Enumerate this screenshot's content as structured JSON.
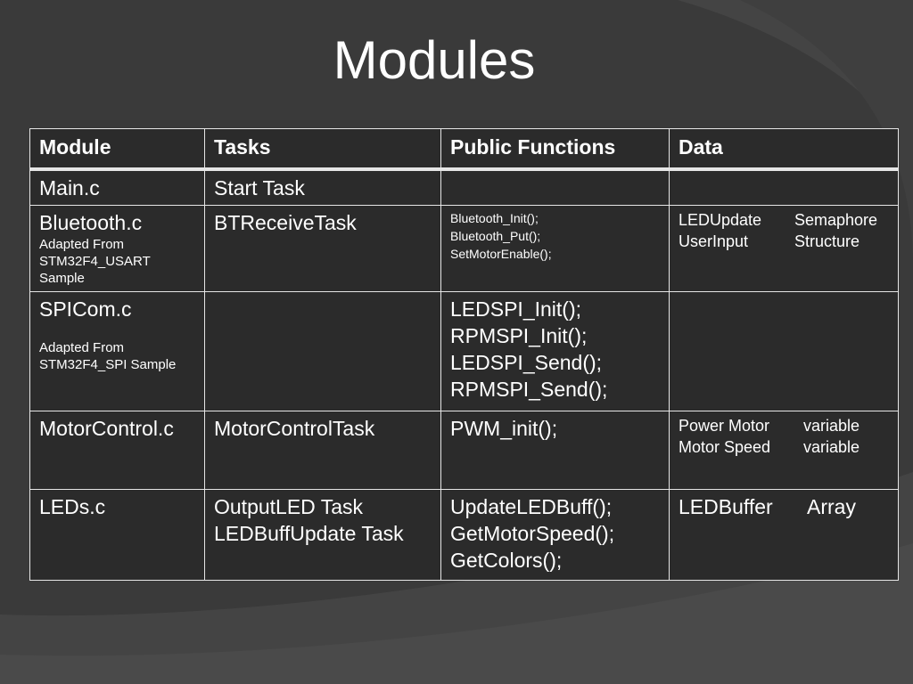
{
  "slide": {
    "title": "Modules"
  },
  "table": {
    "headers": [
      "Module",
      "Tasks",
      "Public Functions",
      "Data"
    ],
    "rows": [
      {
        "module": "Main.c",
        "module_note": [],
        "tasks": [
          "Start Task"
        ],
        "functions": [],
        "data": []
      },
      {
        "module": "Bluetooth.c",
        "module_note": [
          "Adapted From",
          "STM32F4_USART",
          "Sample"
        ],
        "tasks": [
          "BTReceiveTask"
        ],
        "functions": [
          "Bluetooth_Init();",
          "Bluetooth_Put();",
          "SetMotorEnable();"
        ],
        "data": [
          {
            "name": "LEDUpdate",
            "type": "Semaphore"
          },
          {
            "name": "UserInput",
            "type": "Structure"
          }
        ]
      },
      {
        "module": "SPICom.c",
        "module_note": [
          "Adapted From",
          "STM32F4_SPI Sample"
        ],
        "tasks": [],
        "functions": [
          "LEDSPI_Init();",
          "RPMSPI_Init();",
          "LEDSPI_Send();",
          "RPMSPI_Send();"
        ],
        "data": []
      },
      {
        "module": "MotorControl.c",
        "module_note": [],
        "tasks": [
          "MotorControlTask"
        ],
        "functions": [
          "PWM_init();"
        ],
        "data": [
          {
            "name": "Power Motor",
            "type": "variable"
          },
          {
            "name": "Motor Speed",
            "type": "variable"
          }
        ]
      },
      {
        "module": "LEDs.c",
        "module_note": [],
        "tasks": [
          "OutputLED Task",
          "LEDBuffUpdate Task"
        ],
        "functions": [
          "UpdateLEDBuff();",
          "GetMotorSpeed();",
          "GetColors();"
        ],
        "data": [
          {
            "name": "LEDBuffer",
            "type": "Array"
          }
        ]
      }
    ]
  }
}
